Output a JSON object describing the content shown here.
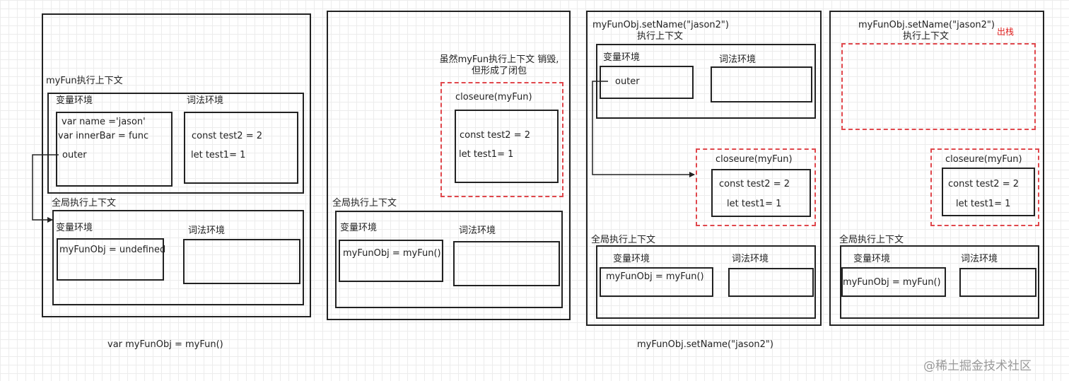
{
  "panel1": {
    "myfun_ctx_title": "myFun执行上下文",
    "var_env_label": "变量环境",
    "lex_env_label": "词法环境",
    "var_lines": [
      "var name ='jason'",
      "var innerBar = func",
      "outer"
    ],
    "lex_lines": [
      "const test2 = 2",
      "let test1= 1"
    ],
    "global_title": "全局执行上下文",
    "global_var_label": "变量环境",
    "global_lex_label": "词法环境",
    "global_var_value": "myFunObj = undefined"
  },
  "panel2": {
    "note_line1": "虽然myFun执行上下文 销毁,",
    "note_line2": "但形成了闭包",
    "closure_title": "closeure(myFun)",
    "closure_lines": [
      "const test2 = 2",
      "let test1= 1"
    ],
    "global_title": "全局执行上下文",
    "global_var_label": "变量环境",
    "global_lex_label": "词法环境",
    "global_var_value": "myFunObj = myFun()"
  },
  "panel3": {
    "title_line1": "myFunObj.setName(\"jason2\")",
    "title_line2": "执行上下文",
    "var_env_label": "变量环境",
    "lex_env_label": "词法环境",
    "outer_label": "outer",
    "closure_title": "closeure(myFun)",
    "closure_lines": [
      "const test2 = 2",
      "let test1= 1"
    ],
    "global_title": "全局执行上下文",
    "global_var_label": "变量环境",
    "global_lex_label": "词法环境",
    "global_var_value": "myFunObj = myFun()"
  },
  "panel4": {
    "title_line1": "myFunObj.setName(\"jason2\")",
    "title_line2": "执行上下文",
    "pop_label": "出栈",
    "closure_title": "closeure(myFun)",
    "closure_lines": [
      "const test2 = 2",
      "let test1= 1"
    ],
    "global_title": "全局执行上下文",
    "global_var_label": "变量环境",
    "global_lex_label": "词法环境",
    "global_var_value": "myFunObj = myFun()"
  },
  "captions": {
    "left": "var myFunObj = myFun()",
    "right": "myFunObj.setName(\"jason2\")"
  },
  "watermark": "@稀土掘金技术社区",
  "colors": {
    "stroke": "#222222",
    "dashed_red": "#e0474c",
    "pop_red": "#e0201f"
  }
}
